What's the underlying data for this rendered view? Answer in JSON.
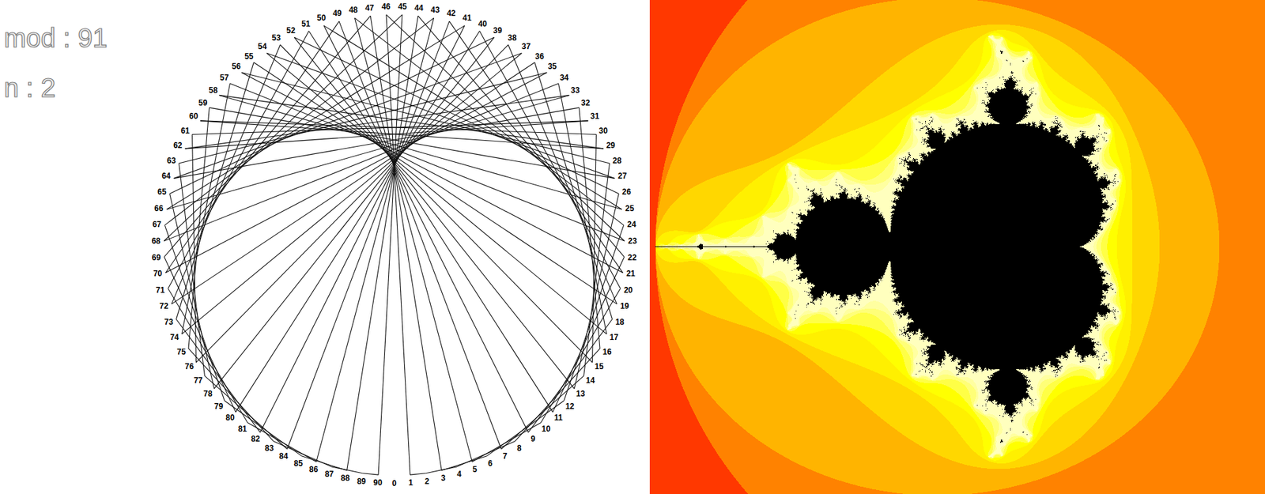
{
  "diagram": {
    "labels": [
      "mod : 91",
      "n : 2",
      "0",
      "1",
      "2",
      "3",
      "4",
      "5",
      "6",
      "7",
      "8",
      "9",
      "10",
      "11",
      "12",
      "13",
      "14",
      "15",
      "16",
      "17",
      "18",
      "19",
      "20",
      "21",
      "22",
      "23",
      "24",
      "25",
      "26",
      "27",
      "28",
      "29",
      "30",
      "31",
      "32",
      "33",
      "34",
      "35",
      "36",
      "37",
      "38",
      "39",
      "40",
      "41",
      "42",
      "43",
      "44",
      "45",
      "46",
      "47",
      "48",
      "49",
      "50",
      "51",
      "52",
      "53",
      "54",
      "55",
      "56",
      "57",
      "58",
      "59",
      "60",
      "61",
      "62",
      "63",
      "64",
      "65",
      "66",
      "67",
      "68",
      "69",
      "70",
      "71",
      "72",
      "73",
      "74",
      "75",
      "76",
      "77",
      "78",
      "79",
      "80",
      "81",
      "82",
      "83",
      "84",
      "85",
      "86",
      "87",
      "88",
      "89",
      "90"
    ]
  }
}
